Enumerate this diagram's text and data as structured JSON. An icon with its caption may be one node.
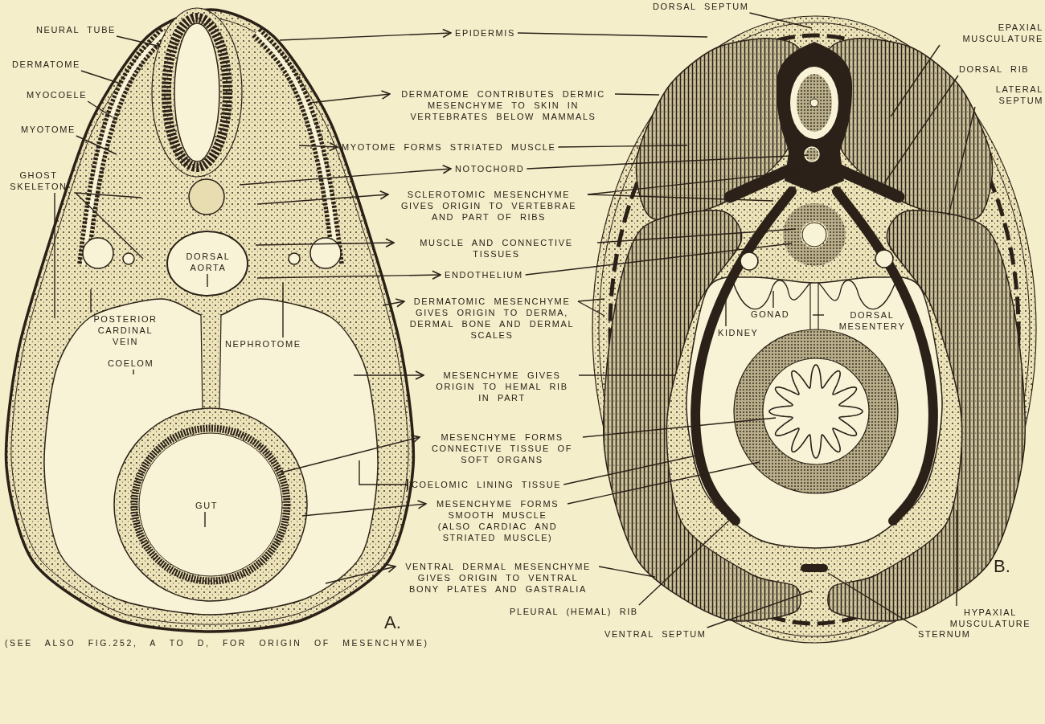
{
  "diagram": {
    "nodes": [
      {
        "text": [
          "NEURAL TUBE"
        ]
      },
      {
        "text": [
          "DERMATOME"
        ]
      },
      {
        "text": [
          "MYOCOELE"
        ]
      },
      {
        "text": [
          "MYOTOME"
        ]
      },
      {
        "text": [
          "GHOST SKELETON"
        ]
      },
      {
        "text": [
          "DORSAL AORTA"
        ]
      },
      {
        "text": [
          "POSTERIOR CARDINAL VEIN"
        ]
      },
      {
        "text": [
          "NEPHROTOME"
        ]
      },
      {
        "text": [
          "COELOM"
        ]
      },
      {
        "text": [
          "GUT"
        ]
      },
      {
        "text": [
          "EPIDERMIS"
        ]
      },
      {
        "text": [
          "DERMATOME CONTRIBUTES DERMIC MESENCHYME TO SKIN IN VERTEBRATES BELOW MAMMALS"
        ]
      },
      {
        "text": [
          "MYOTOME FORMS STRIATED MUSCLE"
        ]
      },
      {
        "text": [
          "NOTOCHORD"
        ]
      },
      {
        "text": [
          "SCLEROTOMIC MESENCHYME GIVES ORIGIN TO VERTEBRAE AND PART OF RIBS"
        ]
      },
      {
        "text": [
          "MUSCLE AND CONNECTIVE TISSUES"
        ]
      },
      {
        "text": [
          "ENDOTHELIUM"
        ]
      },
      {
        "text": [
          "DERMATOMIC MESENCHYME GIVES ORIGIN TO DERMA, DERMAL BONE AND DERMAL SCALES"
        ]
      },
      {
        "text": [
          "MESENCHYME GIVES ORIGIN TO HEMAL RIB IN PART"
        ]
      },
      {
        "text": [
          "MESENCHYME FORMS CONNECTIVE TISSUE OF SOFT ORGANS"
        ]
      },
      {
        "text": [
          "COELOMIC LINING TISSUE"
        ]
      },
      {
        "text": [
          "MESENCHYME FORMS SMOOTH MUSCLE (ALSO CARDIAC AND STRIATED MUSCLE)"
        ]
      },
      {
        "text": [
          "VENTRAL DERMAL MESENCHYME GIVES ORIGIN TO VENTRAL BONY PLATES AND GASTRALIA"
        ]
      },
      {
        "text": [
          "DORSAL SEPTUM"
        ]
      },
      {
        "text": [
          "EPAXIAL MUSCULATURE"
        ]
      },
      {
        "text": [
          "DORSAL RIB"
        ]
      },
      {
        "text": [
          "LATERAL SEPTUM"
        ]
      },
      {
        "text": [
          "KIDNEY"
        ]
      },
      {
        "text": [
          "GONAD"
        ]
      },
      {
        "text": [
          "DORSAL MESENTERY"
        ]
      },
      {
        "text": [
          "PLEURAL (HEMAL) RIB"
        ]
      },
      {
        "text": [
          "VENTRAL SEPTUM"
        ]
      },
      {
        "text": [
          "STERNUM"
        ]
      },
      {
        "text": [
          "HYPAXIAL MUSCULATURE"
        ]
      }
    ],
    "edges": [
      {
        "from": 0,
        "to": null,
        "arrow": "none"
      },
      {
        "from": 1,
        "to": null,
        "arrow": "none"
      },
      {
        "from": 2,
        "to": null,
        "arrow": "none"
      },
      {
        "from": 3,
        "to": null,
        "arrow": "none"
      },
      {
        "from": 4,
        "to": null,
        "arrow": "none"
      },
      {
        "from": 4,
        "to": null,
        "arrow": "none"
      },
      {
        "from": 4,
        "to": null,
        "arrow": "none"
      },
      {
        "from": 5,
        "to": null,
        "arrow": "none"
      },
      {
        "from": 6,
        "to": null,
        "arrow": "none"
      },
      {
        "from": 7,
        "to": null,
        "arrow": "none"
      },
      {
        "from": 8,
        "to": null,
        "arrow": "none"
      },
      {
        "from": 9,
        "to": null,
        "arrow": "none"
      },
      {
        "from": null,
        "to": 10,
        "arrow": "to"
      },
      {
        "from": 10,
        "to": null,
        "arrow": "none"
      },
      {
        "from": null,
        "to": 11,
        "arrow": "to"
      },
      {
        "from": 11,
        "to": null,
        "arrow": "none"
      },
      {
        "from": null,
        "to": 12,
        "arrow": "to"
      },
      {
        "from": 12,
        "to": null,
        "arrow": "none"
      },
      {
        "from": null,
        "to": 13,
        "arrow": "to"
      },
      {
        "from": 13,
        "to": null,
        "arrow": "none"
      },
      {
        "from": null,
        "to": 14,
        "arrow": "to"
      },
      {
        "from": 14,
        "to": null,
        "arrow": "none"
      },
      {
        "from": 14,
        "to": null,
        "arrow": "none"
      },
      {
        "from": null,
        "to": 15,
        "arrow": "to"
      },
      {
        "from": 15,
        "to": null,
        "arrow": "none"
      },
      {
        "from": null,
        "to": 16,
        "arrow": "to"
      },
      {
        "from": 16,
        "to": null,
        "arrow": "none"
      },
      {
        "from": null,
        "to": 17,
        "arrow": "to"
      },
      {
        "from": 17,
        "to": null,
        "arrow": "none"
      },
      {
        "from": 17,
        "to": null,
        "arrow": "none"
      },
      {
        "from": null,
        "to": 18,
        "arrow": "to"
      },
      {
        "from": 18,
        "to": null,
        "arrow": "none"
      },
      {
        "from": null,
        "to": 19,
        "arrow": "to"
      },
      {
        "from": 19,
        "to": null,
        "arrow": "none"
      },
      {
        "from": null,
        "to": 20,
        "arrow": "other"
      },
      {
        "from": 20,
        "to": null,
        "arrow": "none"
      },
      {
        "from": null,
        "to": 21,
        "arrow": "to"
      },
      {
        "from": 21,
        "to": null,
        "arrow": "none"
      },
      {
        "from": null,
        "to": 22,
        "arrow": "to"
      },
      {
        "from": 22,
        "to": null,
        "arrow": "none"
      },
      {
        "from": 23,
        "to": null,
        "arrow": "none"
      },
      {
        "from": 24,
        "to": null,
        "arrow": "none"
      },
      {
        "from": 25,
        "to": null,
        "arrow": "none"
      },
      {
        "from": 26,
        "to": null,
        "arrow": "none"
      },
      {
        "from": 27,
        "to": null,
        "arrow": "none"
      },
      {
        "from": 28,
        "to": null,
        "arrow": "none"
      },
      {
        "from": 29,
        "to": null,
        "arrow": "none"
      },
      {
        "from": 30,
        "to": null,
        "arrow": "none"
      },
      {
        "from": 31,
        "to": null,
        "arrow": "none"
      },
      {
        "from": 32,
        "to": null,
        "arrow": "none"
      },
      {
        "from": 33,
        "to": null,
        "arrow": "none"
      }
    ],
    "labels": [
      "A.",
      "B.",
      "(SEE ALSO FIG.252, A TO D, FOR ORIGIN OF MESENCHYME)"
    ]
  }
}
